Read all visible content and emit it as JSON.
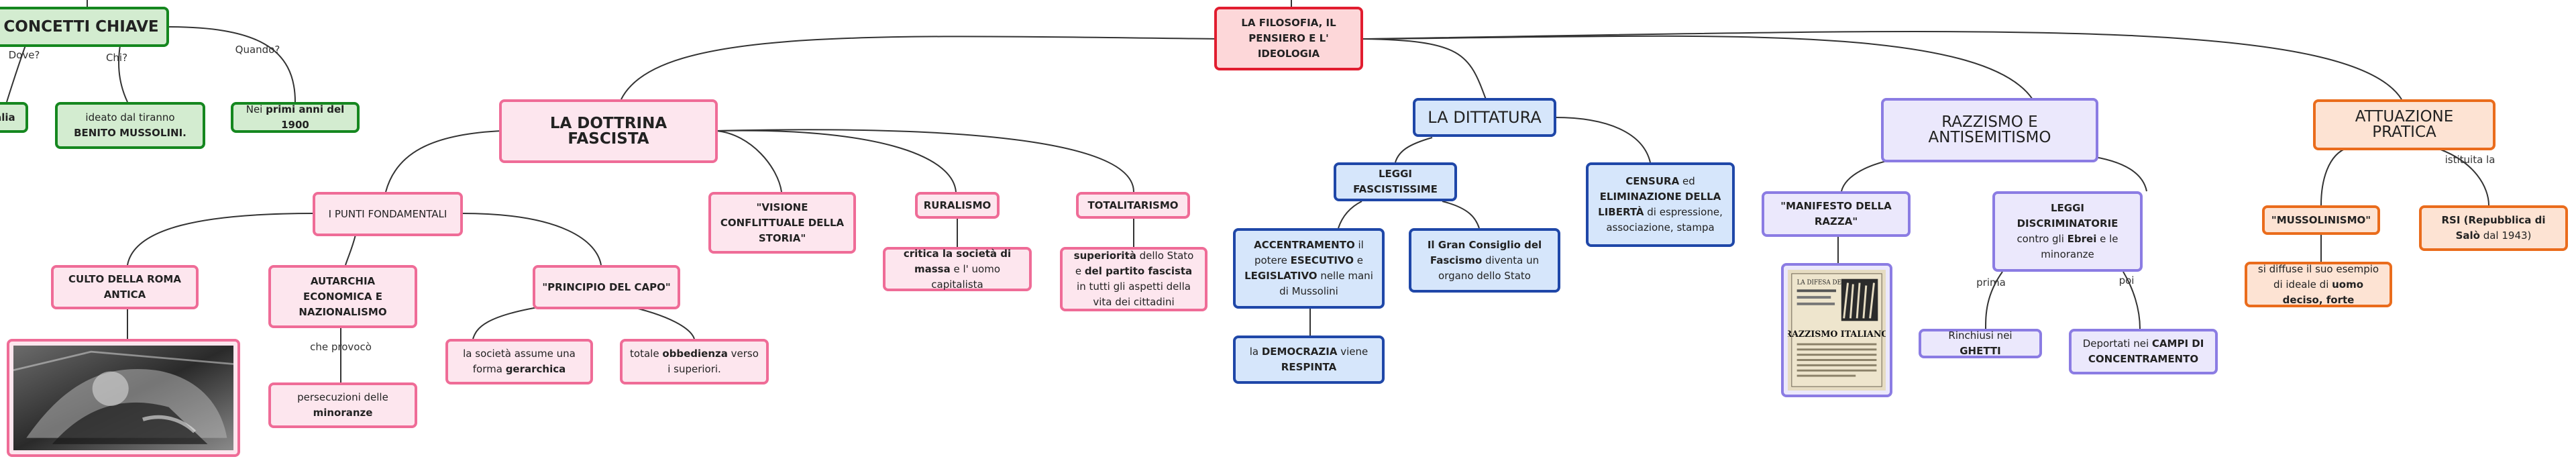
{
  "root": {
    "label": "LA FILOSOFIA, IL PENSIERO E L' IDEOLOGIA"
  },
  "concetti": {
    "title": "CONCETTI CHIAVE",
    "q_dove": "Dove?",
    "q_chi": "Chi?",
    "q_quando": "Quando?",
    "italia": "Italia",
    "chi_pre": "ideato dal tiranno ",
    "chi_bold": "BENITO MUSSOLINI.",
    "quando_pre": "Nei ",
    "quando_bold": "primi anni del 1900"
  },
  "dottrina": {
    "title": "LA DOTTRINA FASCISTA",
    "punti": "I PUNTI FONDAMENTALI",
    "visione": "\"VISIONE CONFLITTUALE DELLA STORIA\"",
    "ruralismo": "RURALISMO",
    "ruralismo_b1": "critica la società di massa",
    "ruralismo_t1": " e l' uomo capitalista",
    "totalitarismo": "TOTALITARISMO",
    "tot_b1": "superiorità",
    "tot_t1": " dello Stato e ",
    "tot_b2": "del partito fascista",
    "tot_t2": " in tutti gli aspetti della vita dei cittadini",
    "culto": "CULTO DELLA ROMA ANTICA",
    "autarchia": "AUTARCHIA ECONOMICA E NAZIONALISMO",
    "che_provoco": "che provocò",
    "persecuzioni_t": "persecuzioni delle ",
    "persecuzioni_b": "minoranze",
    "principio": "\"PRINCIPIO DEL CAPO\"",
    "societa_t": "la società assume una forma ",
    "societa_b": "gerarchica",
    "obbedienza_t1": "totale ",
    "obbedienza_b": "obbedienza",
    "obbedienza_t2": " verso i superiori."
  },
  "dittatura": {
    "title": "LA DITTATURA",
    "leggi": "LEGGI FASCISTISSIME",
    "accentr_b1": "ACCENTRAMENTO",
    "accentr_t1": " il potere ",
    "accentr_b2": "ESECUTIVO",
    "accentr_t2": " e ",
    "accentr_b3": "LEGISLATIVO",
    "accentr_t3": " nelle mani di Mussolini",
    "gran_b": "Il Gran Consiglio del Fascismo",
    "gran_t": " diventa un organo dello Stato",
    "democrazia_t1": "la ",
    "democrazia_b1": "DEMOCRAZIA",
    "democrazia_t2": " viene ",
    "democrazia_b2": "RESPINTA",
    "censura_b1": "CENSURA",
    "censura_t1": " ed ",
    "censura_b2": "ELIMINAZIONE DELLA LIBERTÀ",
    "censura_t2": " di espressione, associazione, stampa"
  },
  "razzismo": {
    "title": "RAZZISMO E ANTISEMITISMO",
    "manifesto": "\"MANIFESTO DELLA RAZZA\"",
    "poster_title": "RAZZISMO ITALIANO",
    "poster_header": "LA DIFESA DELLA RAZZA",
    "leggi_b": "LEGGI DISCRIMINATORIE",
    "leggi_t1": "contro gli ",
    "leggi_b2": "Ebrei",
    "leggi_t2": " e le minoranze",
    "prima": "prima",
    "poi": "poi",
    "rinchiusi_t": "Rinchiusi nei ",
    "rinchiusi_b": "GHETTI",
    "deportati_t": "Deportati nei ",
    "deportati_b": "CAMPI DI CONCENTRAMENTO"
  },
  "attuazione": {
    "title": "ATTUAZIONE PRATICA",
    "istituita": "istituita la",
    "mussolinismo": "\"MUSSOLINISMO\"",
    "esempio_t": "si diffuse il suo esempio di ideale di ",
    "esempio_b": "uomo deciso, forte",
    "rsi_b": "RSI (Repubblica di Salò",
    "rsi_t": " dal 1943)"
  },
  "colors": {
    "root": "#e11d2f",
    "green": "#15871f",
    "pink": "#ef6c97",
    "blue": "#1f47a8",
    "purple": "#8b7ce3",
    "orange": "#ea6c1c"
  }
}
